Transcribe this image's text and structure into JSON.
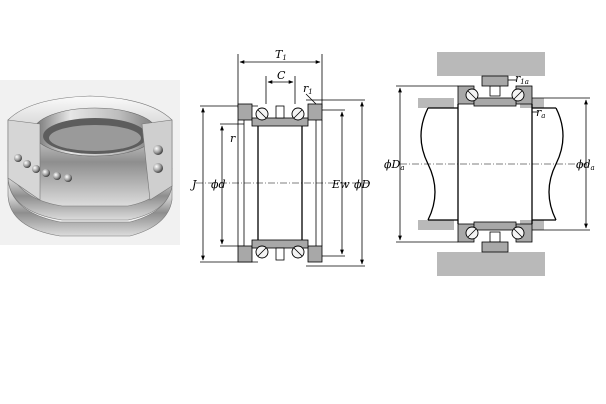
{
  "figure": {
    "photo": {
      "name": "double-direction thrust angular contact ball bearing photo"
    },
    "dimension_labels": {
      "T1": {
        "main": "T",
        "sub": "1"
      },
      "C": "C",
      "r1": {
        "main": "r",
        "sub": "1"
      },
      "r": "r",
      "J": "J",
      "d": "ϕd",
      "Ew": "Ew",
      "D": "ϕD"
    },
    "mounting_labels": {
      "r1a": {
        "main": "r",
        "sub": "1a"
      },
      "ra": {
        "main": "r",
        "sub": "a"
      },
      "Da": {
        "main": "ϕD",
        "sub": "a"
      },
      "da": {
        "main": "ϕd",
        "sub": "a"
      }
    }
  }
}
